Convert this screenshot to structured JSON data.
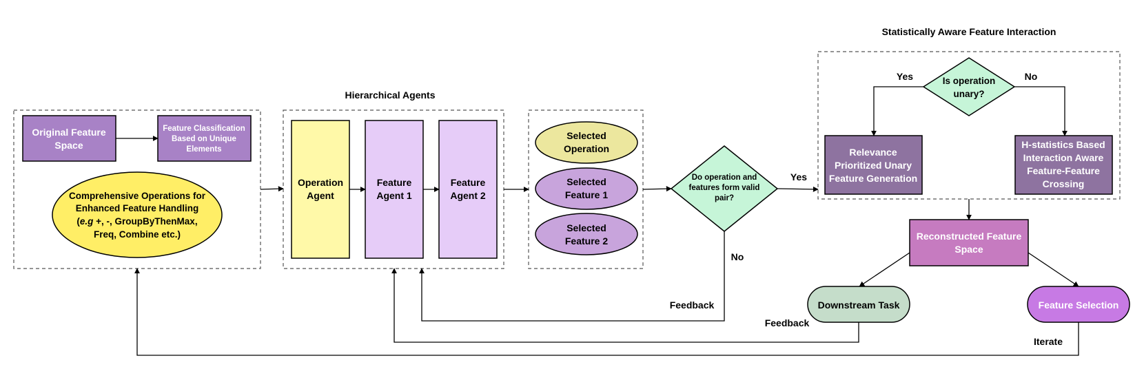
{
  "title": "Statistically Aware Feature Interaction",
  "section_label": "Hierarchical  Agents",
  "colors": {
    "purple_box": "#a882c6",
    "yellow": "#fff9a8",
    "yellow_ellipse": "#ffee66",
    "light_purple": "#e6ccf8",
    "selected_operation": "#ece79e",
    "selected_feature": "#c8a4dc",
    "diamond_green": "#c6f5d8",
    "dark_purple": "#8e73a0",
    "magenta": "#c67bc0",
    "downstream": "#c5ddca",
    "feature_selection": "#c77ae4"
  },
  "nodes": {
    "original_feature_space": [
      "Original Feature",
      "Space"
    ],
    "feature_classification": [
      "Feature Classification",
      "Based on Unique",
      "Elements"
    ],
    "comprehensive_operations": {
      "line1": "Comprehensive Operations for",
      "line2": "Enhanced Feature Handling",
      "line3_open": "(",
      "line3_italic": "e.g",
      "line3_rest": " +, -, GroupByThenMax,",
      "line4": "Freq, Combine etc.)"
    },
    "operation_agent": [
      "Operation",
      "Agent"
    ],
    "feature_agent_1": [
      "Feature",
      "Agent 1"
    ],
    "feature_agent_2": [
      "Feature",
      "Agent 2"
    ],
    "selected_operation": [
      "Selected",
      "Operation"
    ],
    "selected_feature_1": [
      "Selected",
      "Feature 1"
    ],
    "selected_feature_2": [
      "Selected",
      "Feature 2"
    ],
    "valid_pair_decision": [
      "Do operation and",
      "features form valid",
      "pair?"
    ],
    "unary_decision": [
      "Is operation",
      "unary?"
    ],
    "unary_generation": [
      "Relevance",
      "Prioritized Unary",
      "Feature Generation"
    ],
    "h_statistics": [
      "H-statistics Based",
      "Interaction Aware",
      "Feature-Feature",
      "Crossing"
    ],
    "reconstructed_space": [
      "Reconstructed Feature",
      "Space"
    ],
    "downstream_task": "Downstream Task",
    "feature_selection": "Feature Selection"
  },
  "edge_labels": {
    "yes_valid": "Yes",
    "no_valid": "No",
    "yes_unary": "Yes",
    "no_unary": "No",
    "feedback_top": "Feedback",
    "feedback_bottom": "Feedback",
    "iterate": "Iterate"
  }
}
